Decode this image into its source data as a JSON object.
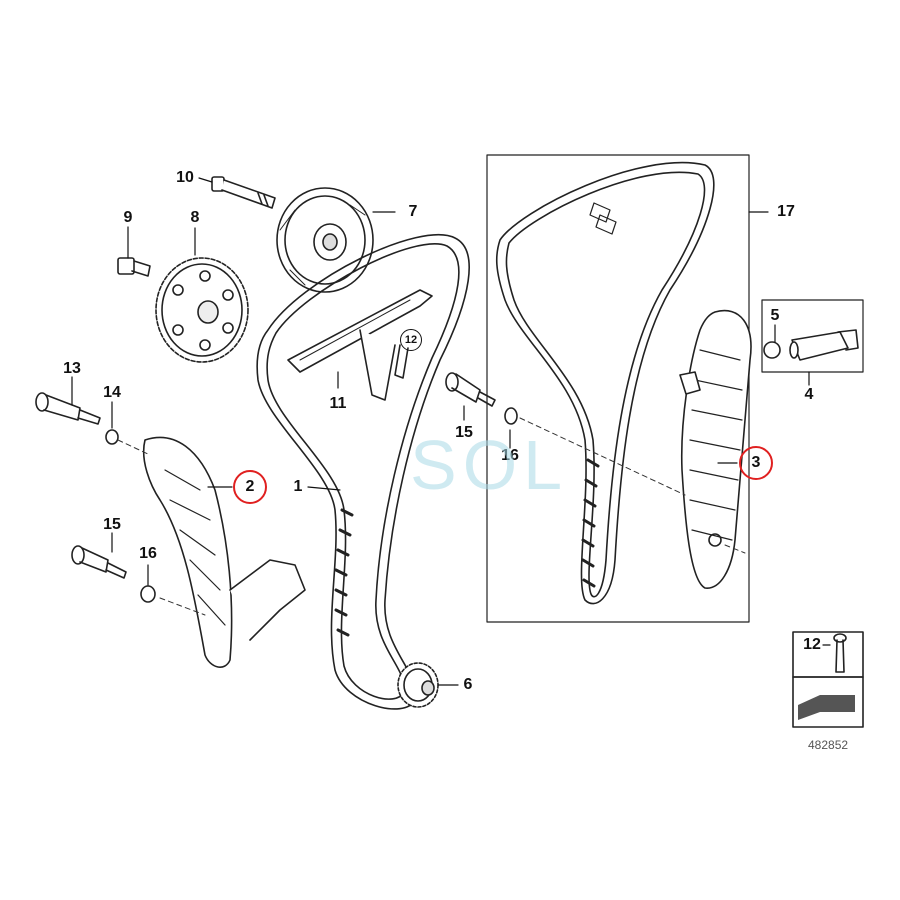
{
  "diagram": {
    "part_number_labels": {
      "p1": "1",
      "p2": "2",
      "p3": "3",
      "p4": "4",
      "p5": "5",
      "p6": "6",
      "p7": "7",
      "p8": "8",
      "p9": "9",
      "p10": "10",
      "p11": "11",
      "p12": "12",
      "p13": "13",
      "p14": "14",
      "p15a": "15",
      "p15b": "15",
      "p16a": "16",
      "p16b": "16",
      "p17": "17",
      "p12_legend": "12"
    },
    "diagram_id": "482852",
    "watermark": "SOL",
    "highlight_color": "#e02020",
    "watermark_color": "#a9d9e6"
  }
}
